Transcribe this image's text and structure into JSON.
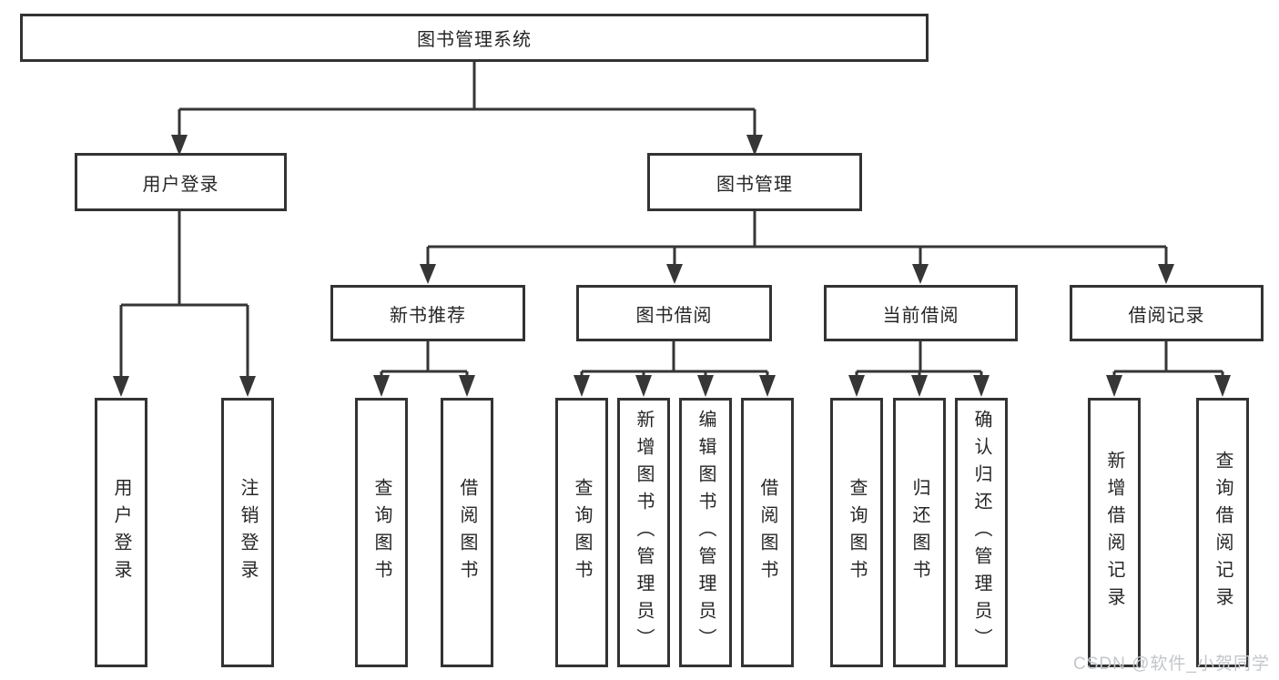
{
  "colors": {
    "line": "#363636",
    "box_border": "#333333",
    "box_fill": "#ffffff",
    "text": "#262626",
    "watermark": "#c3c6ca",
    "background": "#ffffff"
  },
  "watermark": {
    "text": "CSDN @软件_小贺同学"
  },
  "tree": {
    "root": {
      "label": "图书管理系统"
    },
    "branches": [
      {
        "label": "用户登录",
        "leaves": [
          "用户登录",
          "注销登录"
        ]
      },
      {
        "label": "图书管理",
        "groups": [
          {
            "label": "新书推荐",
            "leaves": [
              "查询图书",
              "借阅图书"
            ]
          },
          {
            "label": "图书借阅",
            "leaves": [
              "查询图书",
              "新增图书（管理员）",
              "编辑图书（管理员）",
              "借阅图书"
            ]
          },
          {
            "label": "当前借阅",
            "leaves": [
              "查询图书",
              "归还图书",
              "确认归还（管理员）"
            ]
          },
          {
            "label": "借阅记录",
            "leaves": [
              "新增借阅记录",
              "查询借阅记录"
            ]
          }
        ]
      }
    ]
  }
}
